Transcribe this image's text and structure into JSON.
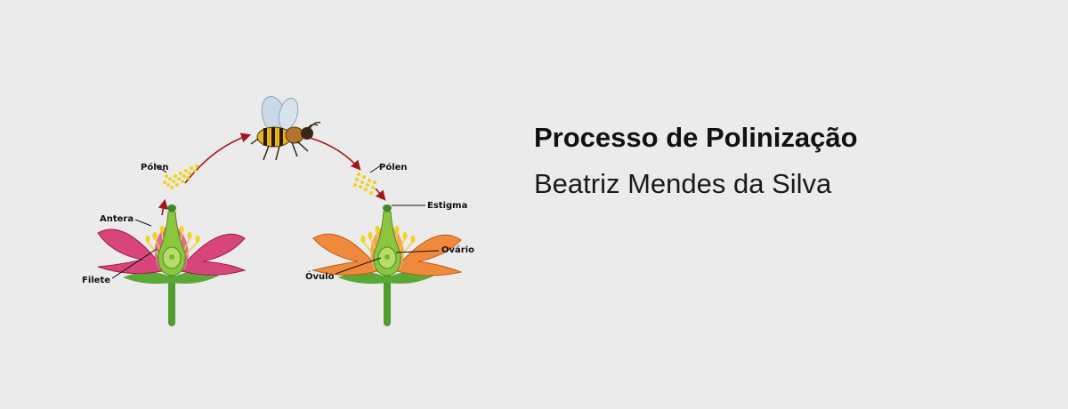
{
  "banner": {
    "title": "Processo de Polinização",
    "author": "Beatriz Mendes da Silva",
    "background_color": "#ebebeb"
  },
  "diagram": {
    "labels": {
      "pollen_left": "Pólen",
      "pollen_right": "Pólen",
      "anther": "Antera",
      "filament": "Filete",
      "stigma": "Estigma",
      "ovary": "Ovário",
      "ovule": "Óvulo"
    },
    "colors": {
      "flower_left_petals": "#d8457a",
      "flower_right_petals": "#ef8a3c",
      "leaves": "#5aa838",
      "stem": "#4f9e2f",
      "pistil": "#8cc63f",
      "pollen": "#f2d21b",
      "arrow": "#a3161a",
      "bee_body": "#e7b322"
    },
    "icons": [
      "bee-icon",
      "flower-left-icon",
      "flower-right-icon",
      "pollen-icon",
      "arrow-icon"
    ]
  }
}
